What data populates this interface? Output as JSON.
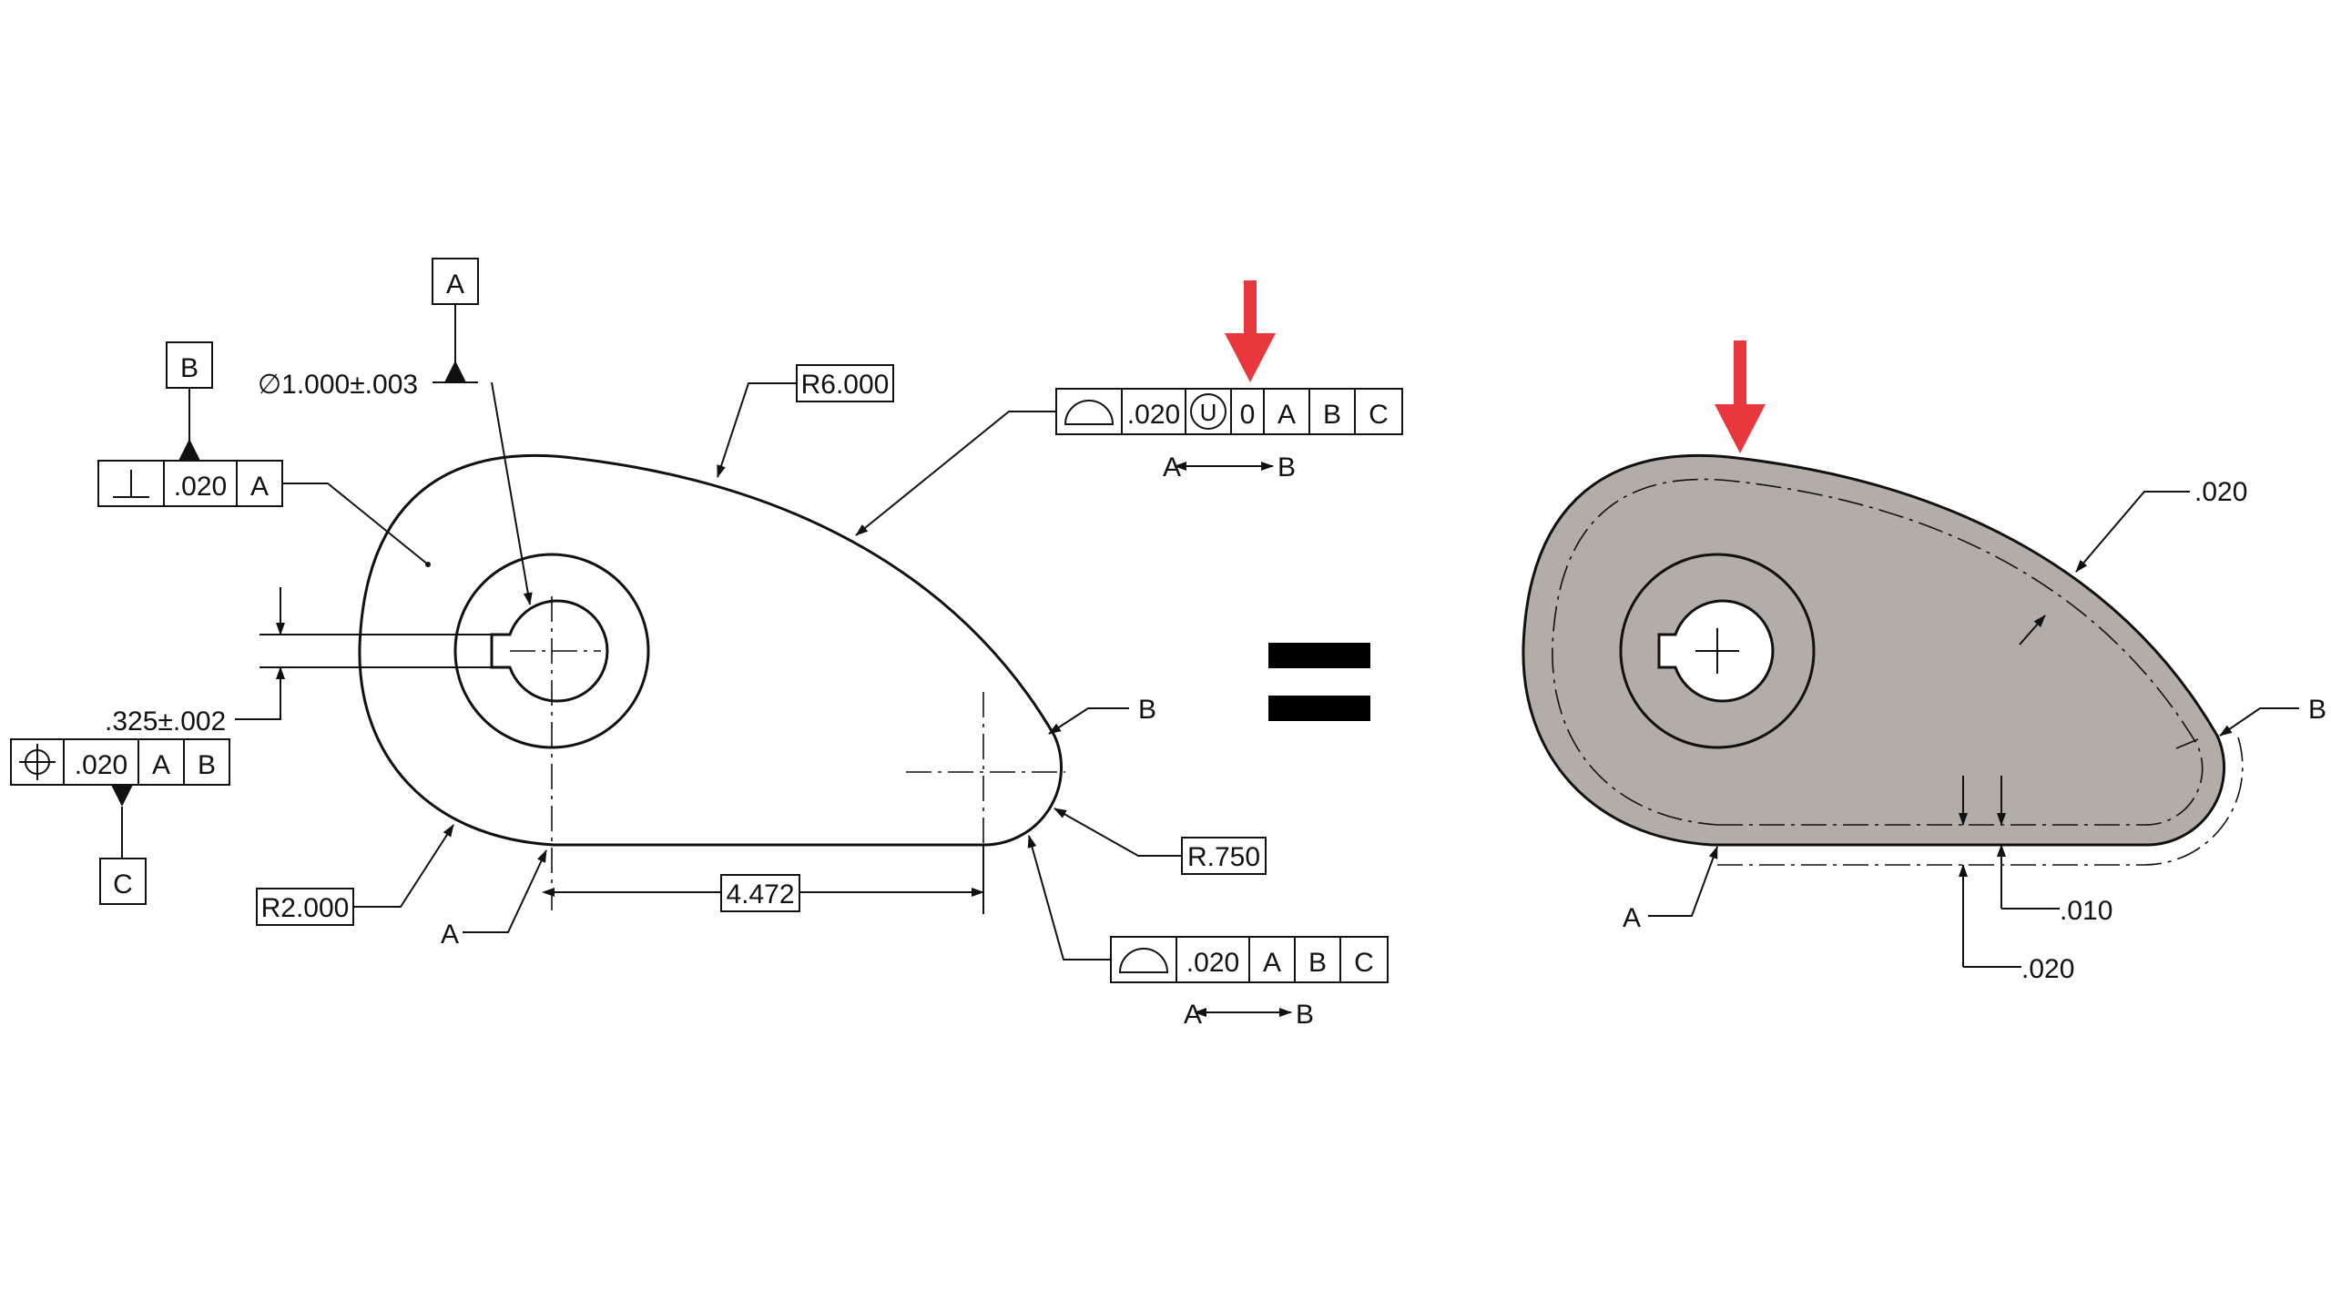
{
  "colors": {
    "line": "#111111",
    "shaded_part": "#b3aca7",
    "red_arrow": "#e8383d",
    "background": "#ffffff"
  },
  "left_drawing": {
    "datum_a_label": "A",
    "datum_b_label": "B",
    "datum_c_label": "C",
    "bore_dim": "∅1.000±.003",
    "keyway_dim": ".325±.002",
    "radius_large": "R6.000",
    "radius_left": "R2.000",
    "radius_tip": "R.750",
    "length_dim": "4.472",
    "perp_frame": {
      "symbol": "perpendicularity-icon",
      "tolerance": ".020",
      "datum": "A"
    },
    "pos_frame": {
      "symbol": "position-icon",
      "tolerance": ".020",
      "datums": [
        "A",
        "B"
      ]
    },
    "profile_frame_top": {
      "symbol": "profile-surface-icon",
      "tolerance": ".020",
      "modifier": "U",
      "offset": "0",
      "datums": [
        "A",
        "B",
        "C"
      ]
    },
    "profile_frame_bottom": {
      "symbol": "profile-surface-icon",
      "tolerance": ".020",
      "datums": [
        "A",
        "B",
        "C"
      ]
    },
    "between_top": {
      "from": "A",
      "to": "B"
    },
    "between_bottom": {
      "from": "A",
      "to": "B"
    },
    "leader_a_label": "A",
    "leader_b_label": "B"
  },
  "right_drawing": {
    "zone_label": ".020",
    "offset_010": ".010",
    "offset_020": ".020",
    "label_a": "A",
    "label_b": "B"
  },
  "icons": {
    "equals": "equals-icon",
    "arrow_left": "red-down-arrow-icon",
    "arrow_right": "red-down-arrow-icon"
  }
}
